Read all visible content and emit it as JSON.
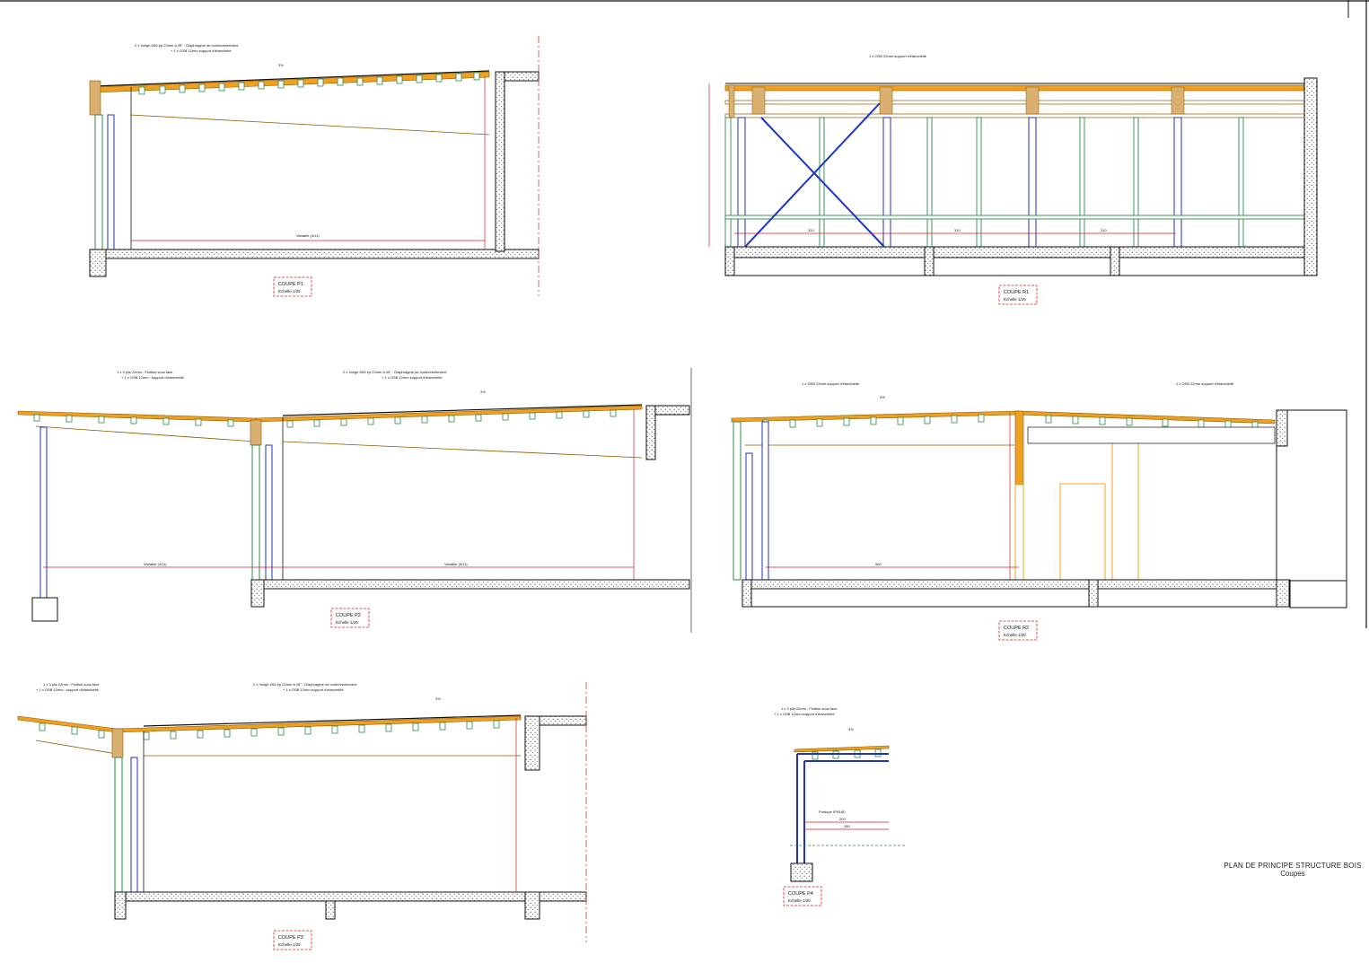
{
  "sheet": {
    "title": "PLAN DE PRINCIPE STRUCTURE BOIS",
    "subtitle": "Coupes"
  },
  "colors": {
    "beam": "#f0a020",
    "stud": "#2d8a4a",
    "post": "#2233bb",
    "dimension": "#d42020",
    "brace": "#1a35c8",
    "concrete": "#333333",
    "line": "#111111"
  },
  "sections": [
    {
      "id": "P1",
      "label": "COUPE  P1",
      "scale": "Echelle 1/25",
      "note_top": "2 x Volige 6S6 ép.22mm à 45° : Diaphragme de contreventement",
      "note_top2": "+ 1 x OSB 12mm support d'étanchéité",
      "slope": "3%",
      "span": "Variable (4/11)"
    },
    {
      "id": "R1",
      "label": "COUPE  R1",
      "scale": "Echelle 1/25",
      "note_top": "1 x OSB 22mm support d'étanchéité",
      "slope": "",
      "spans": [
        "310",
        "310",
        "310"
      ]
    },
    {
      "id": "P2",
      "label": "COUPE  P2",
      "scale": "Echelle 1/25",
      "note_top": "1 x 3 plis 22mm : Finition sous face",
      "note_top2": "+ 1 x OSB 12mm : support d'étanchéité",
      "note_right": "2 x Volige 6S6 ép.22mm à 45° : Diaphragme de contreventement",
      "note_right2": "+ 1 x OSB 12mm support d'étanchéité",
      "slope": "3%",
      "span_left": "Variable (4/11)",
      "span_right": "Variable (5/11)"
    },
    {
      "id": "R2",
      "label": "COUPE  R2",
      "scale": "Echelle 1/25",
      "note_top": "1 x OSB 22mm support d'étanchéité",
      "note_right": "1 x OSB 22mm support d'étanchéité",
      "slope": "3%",
      "span": "560"
    },
    {
      "id": "P3",
      "label": "COUPE  P3",
      "scale": "Echelle 1/25",
      "note_top": "1 x 3 plis 22mm : Finition sous face",
      "note_top2": "+ 1 x OSB 12mm : support d'étanchéité",
      "note_right": "2 x Volige 6S6 ép.22mm à 45° : Diaphragme de contreventement",
      "note_right2": "+ 1 x OSB 12mm support d'étanchéité",
      "slope": "3%"
    },
    {
      "id": "P4",
      "label": "COUPE  P4",
      "scale": "Echelle 1/25",
      "note_top": "1 x 3 plis 22mm : Finition sous face",
      "note_top2": "+ 1 x OSB 12mm support d'étanchéité",
      "slope": "3%",
      "note_post": "Portique IPN160",
      "dims": [
        "200",
        "150"
      ]
    }
  ]
}
